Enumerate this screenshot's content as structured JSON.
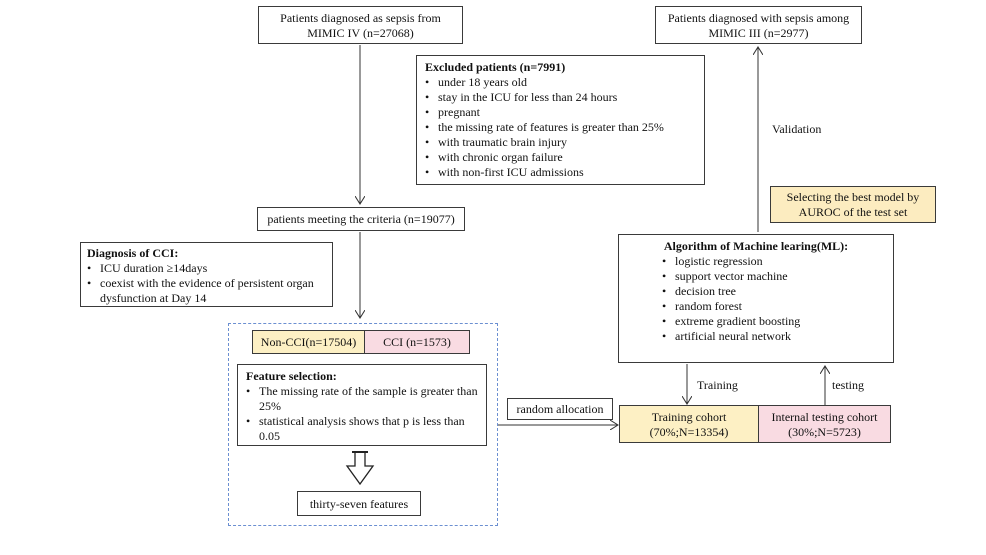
{
  "mimic_iv": {
    "line1": "Patients diagnosed as sepsis from",
    "line2": "MIMIC IV (n=27068)"
  },
  "mimic_iii": {
    "line1": "Patients diagnosed with sepsis among",
    "line2": "MIMIC III (n=2977)"
  },
  "excluded": {
    "title": "Excluded patients (n=7991)",
    "items": [
      "under 18 years old",
      "stay in the ICU for less than 24 hours",
      "pregnant",
      "the missing rate of features is greater than 25%",
      "with traumatic brain injury",
      "with chronic organ failure",
      "with non-first ICU admissions"
    ]
  },
  "validation_label": "Validation",
  "best_model": {
    "line1": "Selecting the best model by",
    "line2": "AUROC of the test set"
  },
  "criteria": "patients meeting the criteria (n=19077)",
  "cci_diagnosis": {
    "title": "Diagnosis of CCI:",
    "items": [
      "ICU duration ≥14days",
      "coexist with the evidence of persistent organ dysfunction  at Day 14"
    ]
  },
  "ml": {
    "title": "Algorithm of Machine learing(ML):",
    "items": [
      "logistic regression",
      "support vector machine",
      "decision tree",
      "random forest",
      "extreme gradient boosting",
      "artificial neural network"
    ]
  },
  "groups": {
    "non_cci": "Non-CCI(n=17504)",
    "cci": "CCI (n=1573)"
  },
  "feature_selection": {
    "title": "Feature selection:",
    "items": [
      "The missing rate of the sample is greater than 25%",
      "statistical analysis shows that p is less than 0.05"
    ]
  },
  "features_result": "thirty-seven features",
  "random_allocation": "random allocation",
  "training_label": "Training",
  "testing_label": "testing",
  "training_cohort": {
    "line1": "Training cohort",
    "line2": "(70%;N=13354)"
  },
  "testing_cohort": {
    "line1": "Internal testing cohort",
    "line2": "(30%;N=5723)"
  },
  "colors": {
    "yellow": "#fdf0c4",
    "pink": "#f9dbe2",
    "dashed_border": "#6b8fd1",
    "best_model_fill": "#fcecc0"
  }
}
